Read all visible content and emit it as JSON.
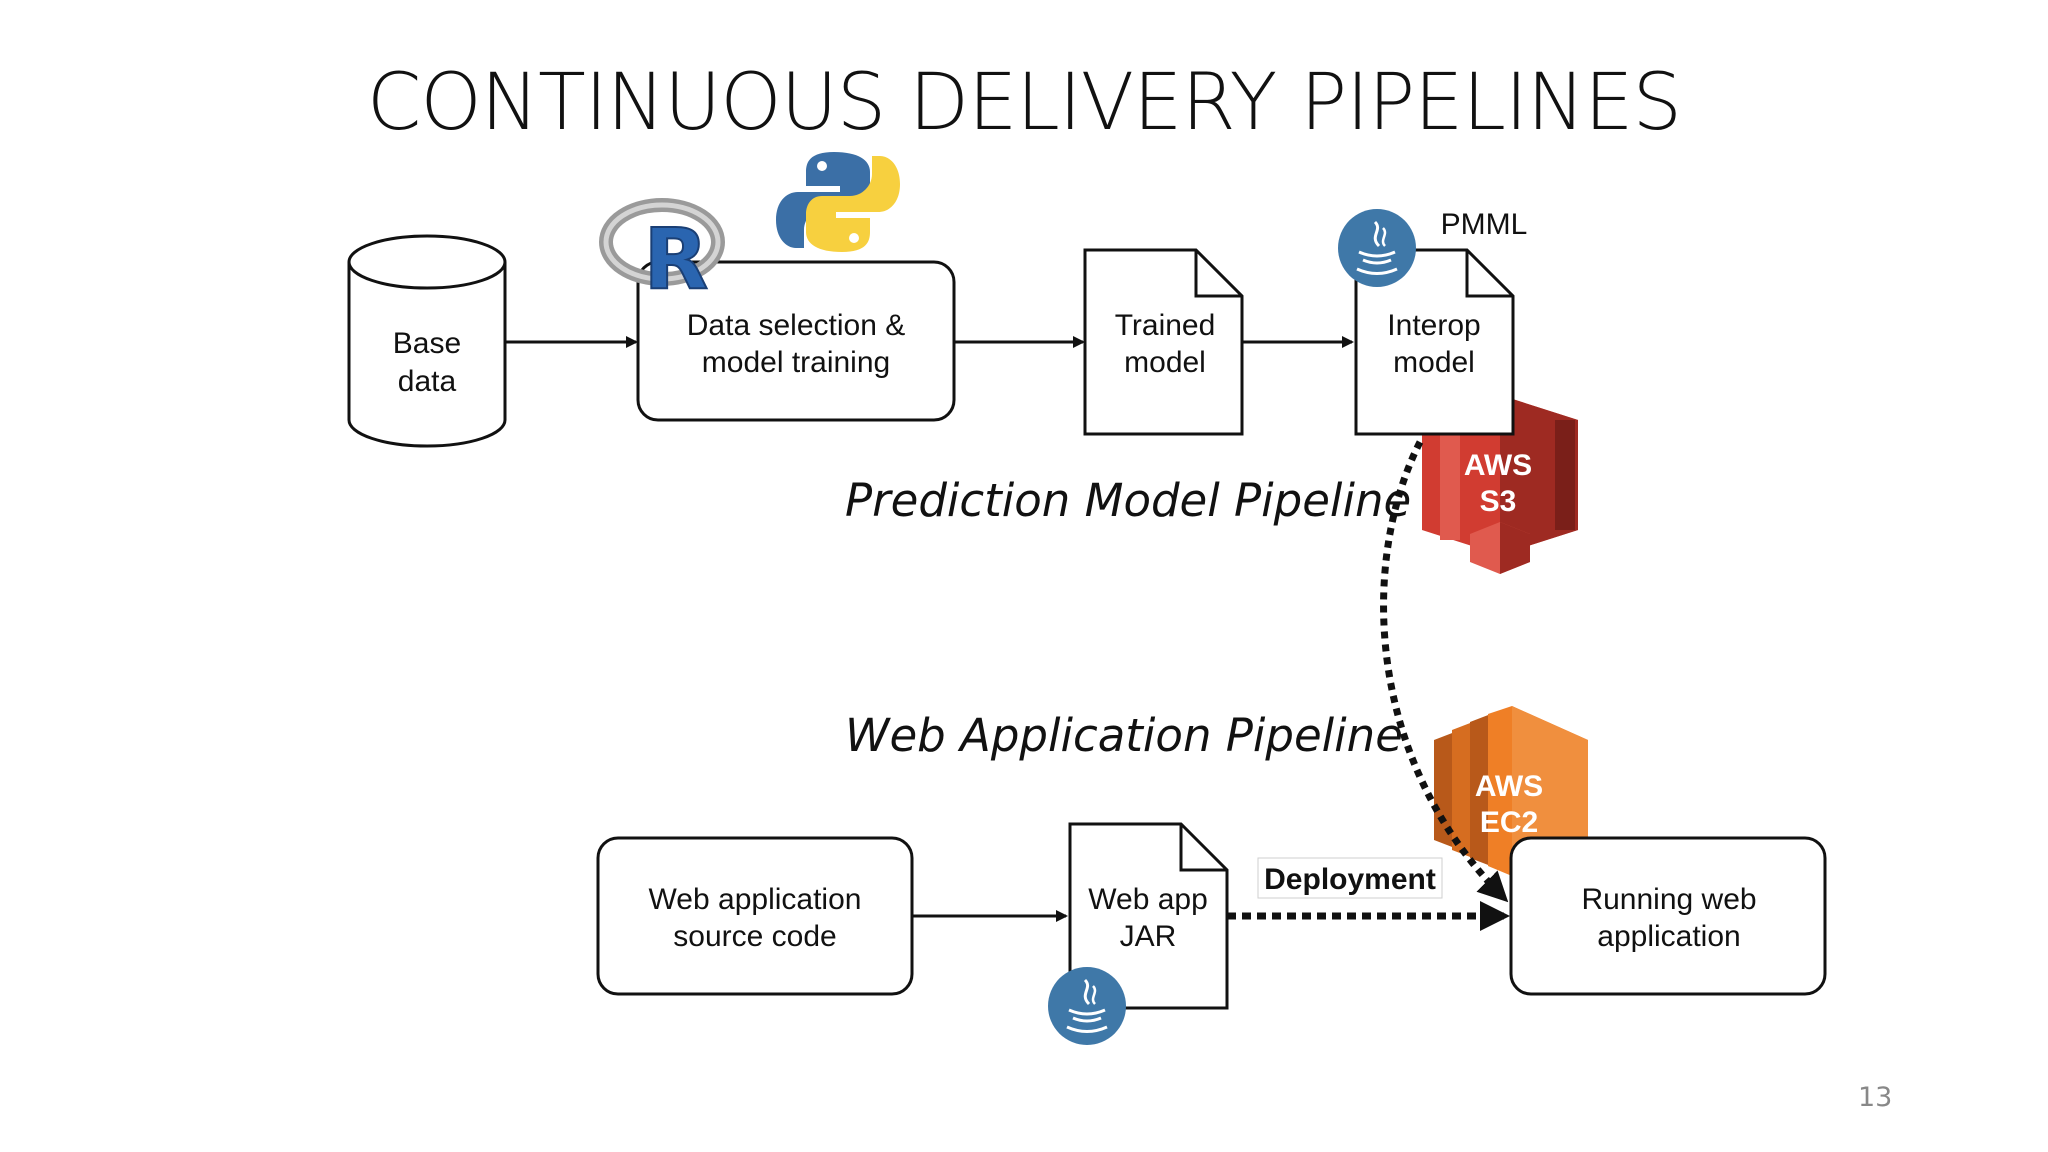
{
  "slide": {
    "title": "CONTINUOUS DELIVERY PIPELINES",
    "page_number": "13"
  },
  "prediction_pipeline": {
    "label": "Prediction Model Pipeline",
    "base_data": [
      "Base",
      "data"
    ],
    "training": [
      "Data selection &",
      "model training"
    ],
    "trained_model": [
      "Trained",
      "model"
    ],
    "interop_model": [
      "Interop",
      "model"
    ],
    "pmml": "PMML",
    "r_letter": "R"
  },
  "web_pipeline": {
    "label": "Web Application Pipeline",
    "source_code": [
      "Web application",
      "source code"
    ],
    "jar": [
      "Web app",
      "JAR"
    ],
    "running": [
      "Running web",
      "application"
    ],
    "deployment": "Deployment"
  },
  "aws": {
    "s3": [
      "AWS",
      "S3"
    ],
    "ec2": [
      "AWS",
      "EC2"
    ]
  },
  "colors": {
    "s3": "#d13c31",
    "s3_dark": "#9e2a22",
    "ec2": "#ef7f26",
    "ec2_dark": "#b8591a",
    "java": "#3f78a8",
    "python_blue": "#3b6fa6",
    "python_yellow": "#f7d03f",
    "r_blue": "#2a65b0"
  }
}
